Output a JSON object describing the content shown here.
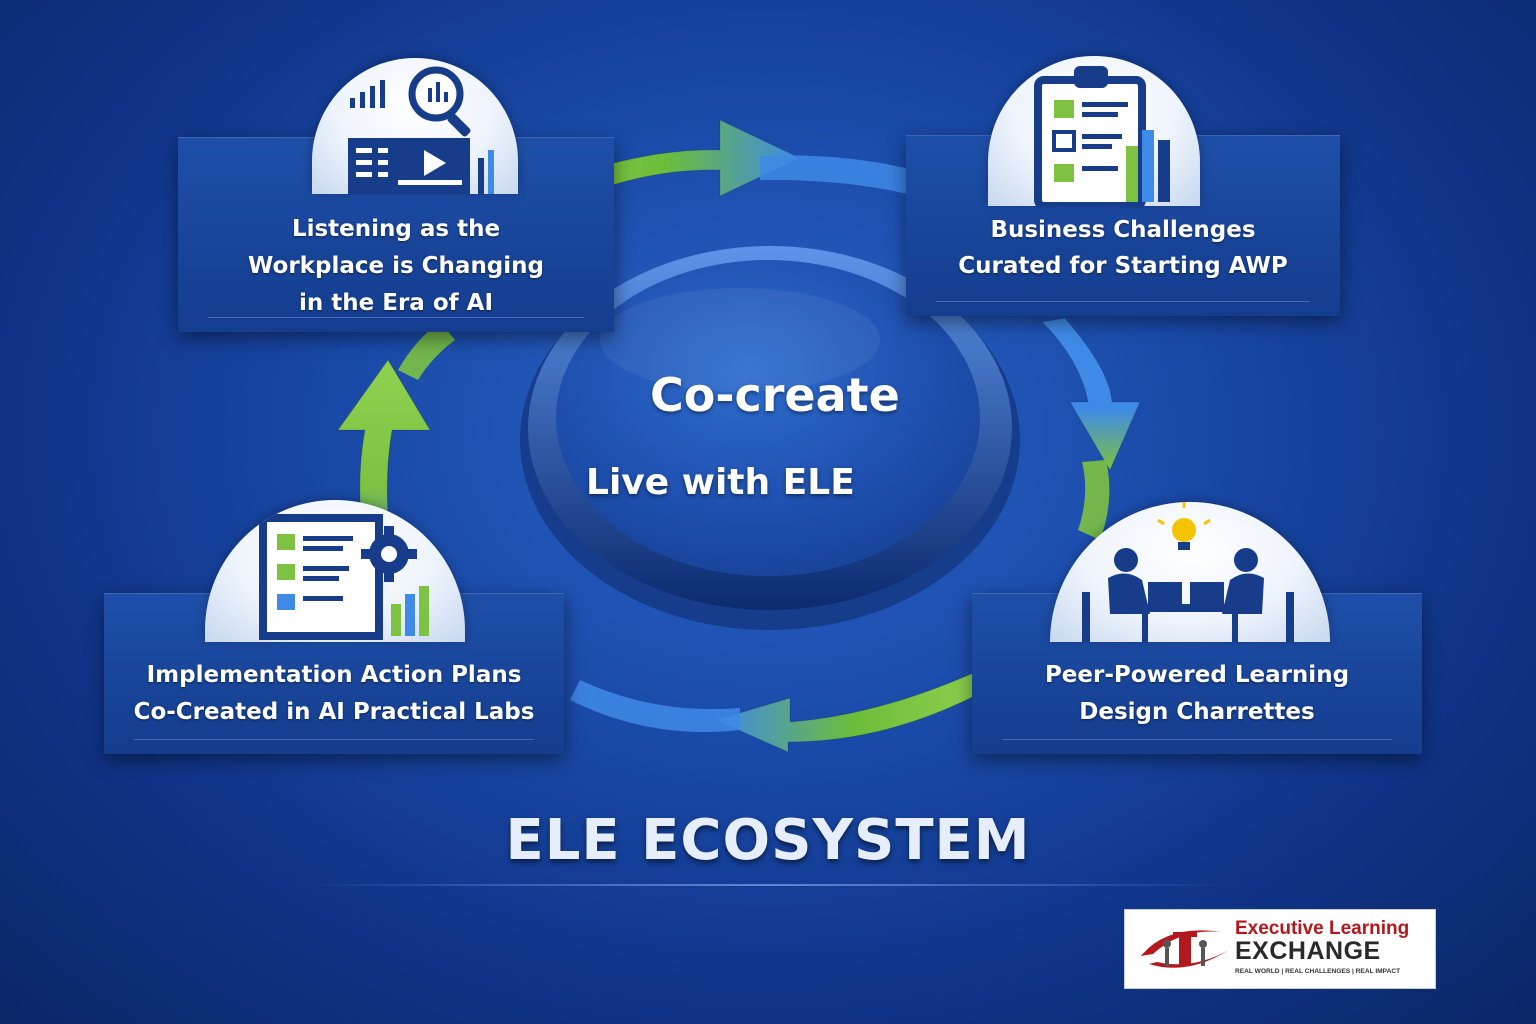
{
  "title": "ELE ECOSYSTEM",
  "center": {
    "line1": "Co-create",
    "line2": "Live with ELE"
  },
  "steps": [
    {
      "id": "listening",
      "label": "Listening as the\nWorkplace is Changing\nin the Era of AI",
      "icon": "analytics-search-icon"
    },
    {
      "id": "business",
      "label": "Business Challenges\nCurated for Starting AWP",
      "icon": "clipboard-checklist-icon"
    },
    {
      "id": "peer",
      "label": "Peer-Powered Learning\nDesign Charrettes",
      "icon": "meeting-lightbulb-icon"
    },
    {
      "id": "implementation",
      "label": "Implementation Action Plans\nCo-Created in AI Practical Labs",
      "icon": "checklist-gear-icon"
    }
  ],
  "logo": {
    "line1": "Executive Learning",
    "line2": "EXCHANGE",
    "tagline": "REAL WORLD | REAL CHALLENGES | REAL IMPACT"
  },
  "colors": {
    "background": "#1a4aa8",
    "panel": "#1a4aa0",
    "arrow_green": "#7dc242",
    "arrow_blue": "#3f8ae6",
    "logo_red": "#b3191c"
  }
}
